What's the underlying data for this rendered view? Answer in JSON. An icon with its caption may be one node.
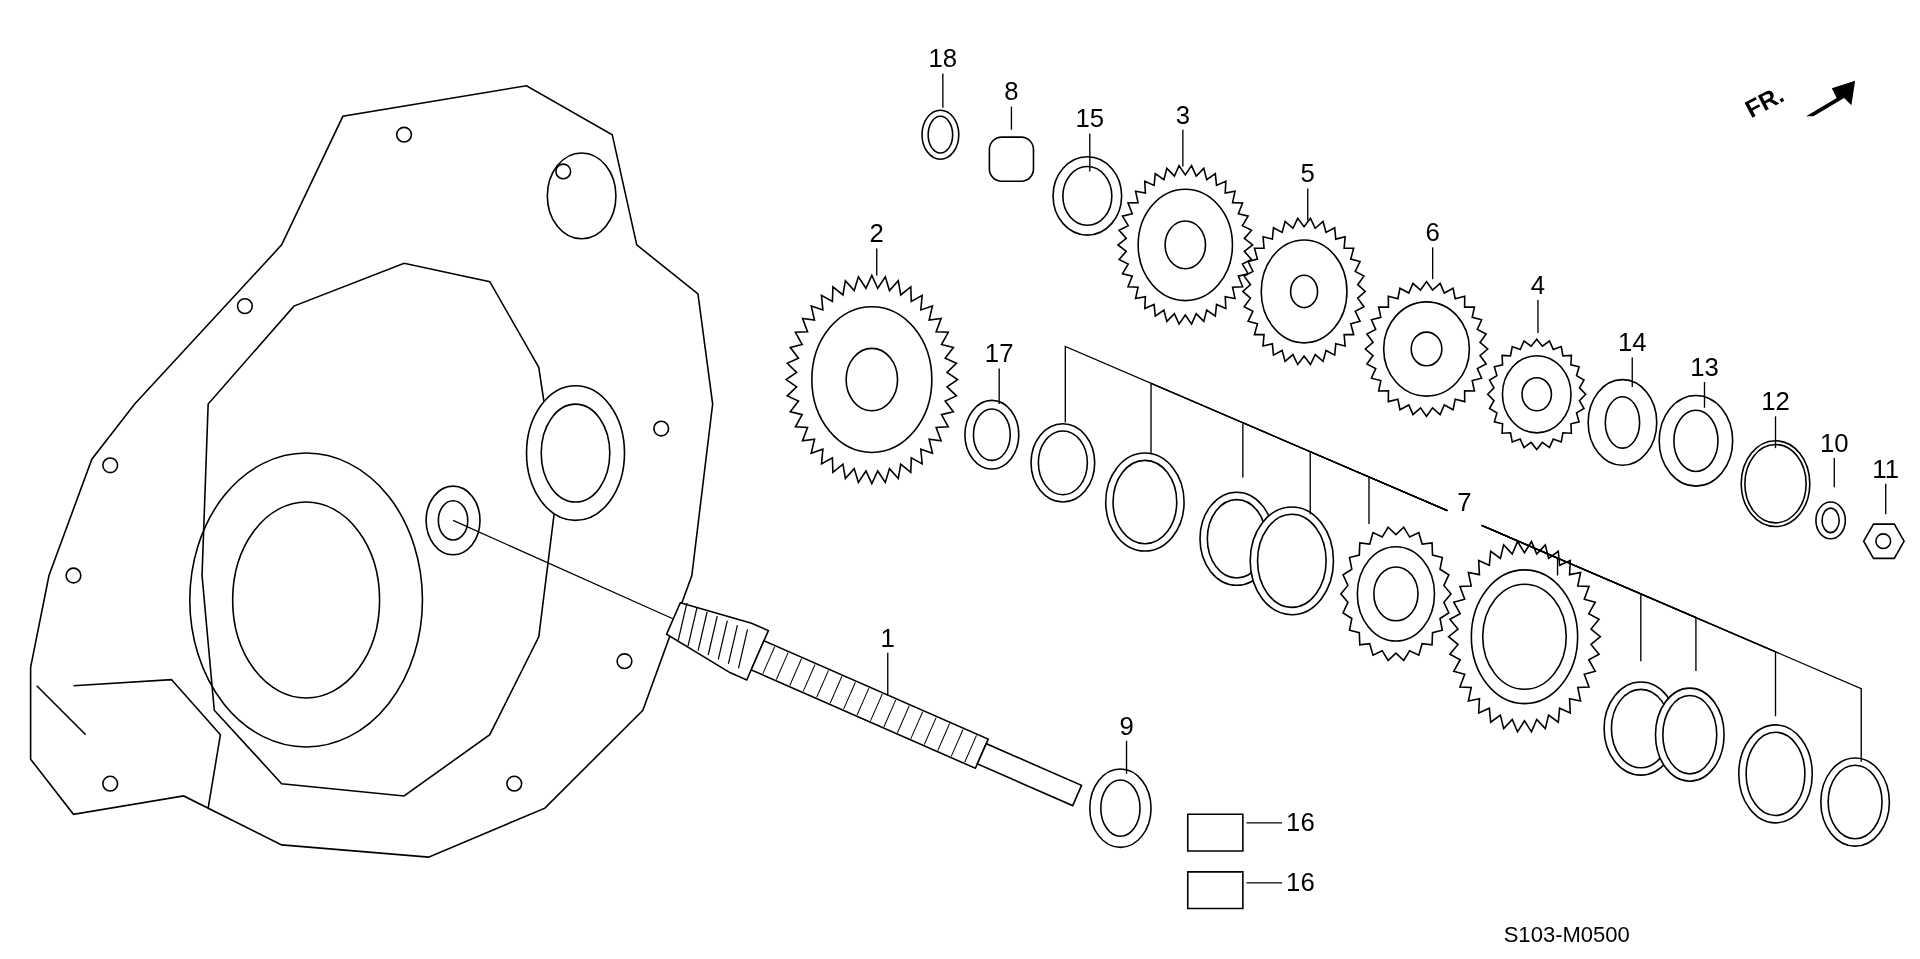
{
  "diagram": {
    "nodes": [
      {
        "text": [
          "18"
        ]
      },
      {
        "text": [
          "8"
        ]
      },
      {
        "text": [
          "15"
        ]
      },
      {
        "text": [
          "3"
        ]
      },
      {
        "text": [
          "5"
        ]
      },
      {
        "text": [
          "2"
        ]
      },
      {
        "text": [
          "6"
        ]
      },
      {
        "text": [
          "4"
        ]
      },
      {
        "text": [
          "17"
        ]
      },
      {
        "text": [
          "14"
        ]
      },
      {
        "text": [
          "13"
        ]
      },
      {
        "text": [
          "12"
        ]
      },
      {
        "text": [
          "10"
        ]
      },
      {
        "text": [
          "11"
        ]
      },
      {
        "text": [
          "7"
        ]
      },
      {
        "text": [
          "1"
        ]
      },
      {
        "text": [
          "9"
        ]
      },
      {
        "text": [
          "16"
        ]
      },
      {
        "text": [
          "16"
        ]
      }
    ],
    "edges": [
      {
        "from": 0,
        "to": null,
        "arrow": "none"
      },
      {
        "from": 1,
        "to": null,
        "arrow": "none"
      },
      {
        "from": 2,
        "to": null,
        "arrow": "none"
      },
      {
        "from": 3,
        "to": null,
        "arrow": "none"
      },
      {
        "from": 4,
        "to": null,
        "arrow": "none"
      },
      {
        "from": 5,
        "to": null,
        "arrow": "none"
      },
      {
        "from": 6,
        "to": null,
        "arrow": "none"
      },
      {
        "from": 7,
        "to": null,
        "arrow": "none"
      },
      {
        "from": 8,
        "to": null,
        "arrow": "none"
      },
      {
        "from": 9,
        "to": null,
        "arrow": "none"
      },
      {
        "from": 10,
        "to": null,
        "arrow": "none"
      },
      {
        "from": 11,
        "to": null,
        "arrow": "none"
      },
      {
        "from": 12,
        "to": null,
        "arrow": "none"
      },
      {
        "from": 13,
        "to": null,
        "arrow": "none"
      },
      {
        "from": 14,
        "to": null,
        "arrow": "none"
      },
      {
        "from": 14,
        "to": null,
        "arrow": "none"
      },
      {
        "from": 14,
        "to": null,
        "arrow": "none"
      },
      {
        "from": 14,
        "to": null,
        "arrow": "none"
      },
      {
        "from": 14,
        "to": null,
        "arrow": "none"
      },
      {
        "from": 14,
        "to": null,
        "arrow": "none"
      },
      {
        "from": 14,
        "to": null,
        "arrow": "none"
      },
      {
        "from": 14,
        "to": null,
        "arrow": "none"
      },
      {
        "from": 14,
        "to": null,
        "arrow": "none"
      },
      {
        "from": 14,
        "to": null,
        "arrow": "none"
      },
      {
        "from": 15,
        "to": null,
        "arrow": "none"
      },
      {
        "from": 16,
        "to": null,
        "arrow": "none"
      },
      {
        "from": 17,
        "to": null,
        "arrow": "none"
      },
      {
        "from": 18,
        "to": null,
        "arrow": "none"
      }
    ],
    "labels": [
      "FR.",
      "S103-M0500"
    ]
  }
}
